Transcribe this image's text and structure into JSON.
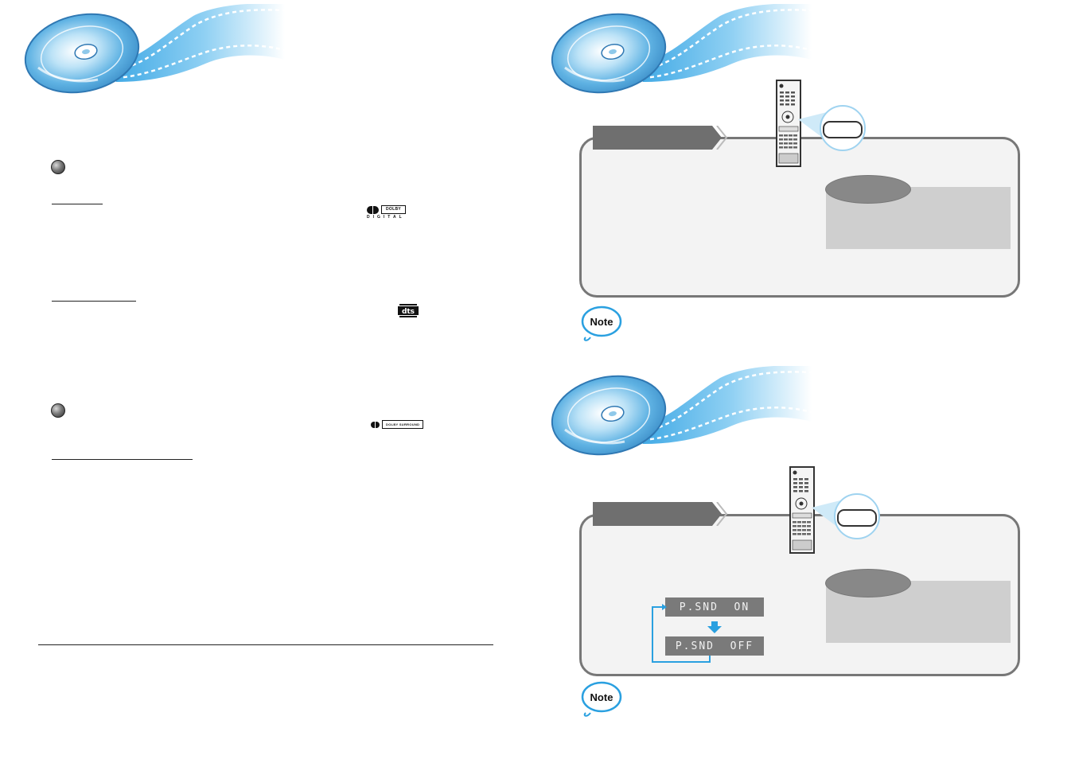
{
  "display": {
    "lcd_on": "P.SND  ON",
    "lcd_off": "P.SND  OFF"
  },
  "badges": {
    "note_label": "Note"
  },
  "logos": {
    "dolby_word": "DOLBY",
    "dolby_digital": "DIGITAL",
    "dolby_surround_word": "DOLBY SURROUND"
  },
  "colors": {
    "accent_blue": "#5fb8e8",
    "panel_border": "#777777",
    "panel_fill": "#f3f3f3",
    "banner_grey": "#6f6f6f",
    "lcd_grey": "#7a7a7a",
    "arrow_blue": "#2aa0e0"
  }
}
